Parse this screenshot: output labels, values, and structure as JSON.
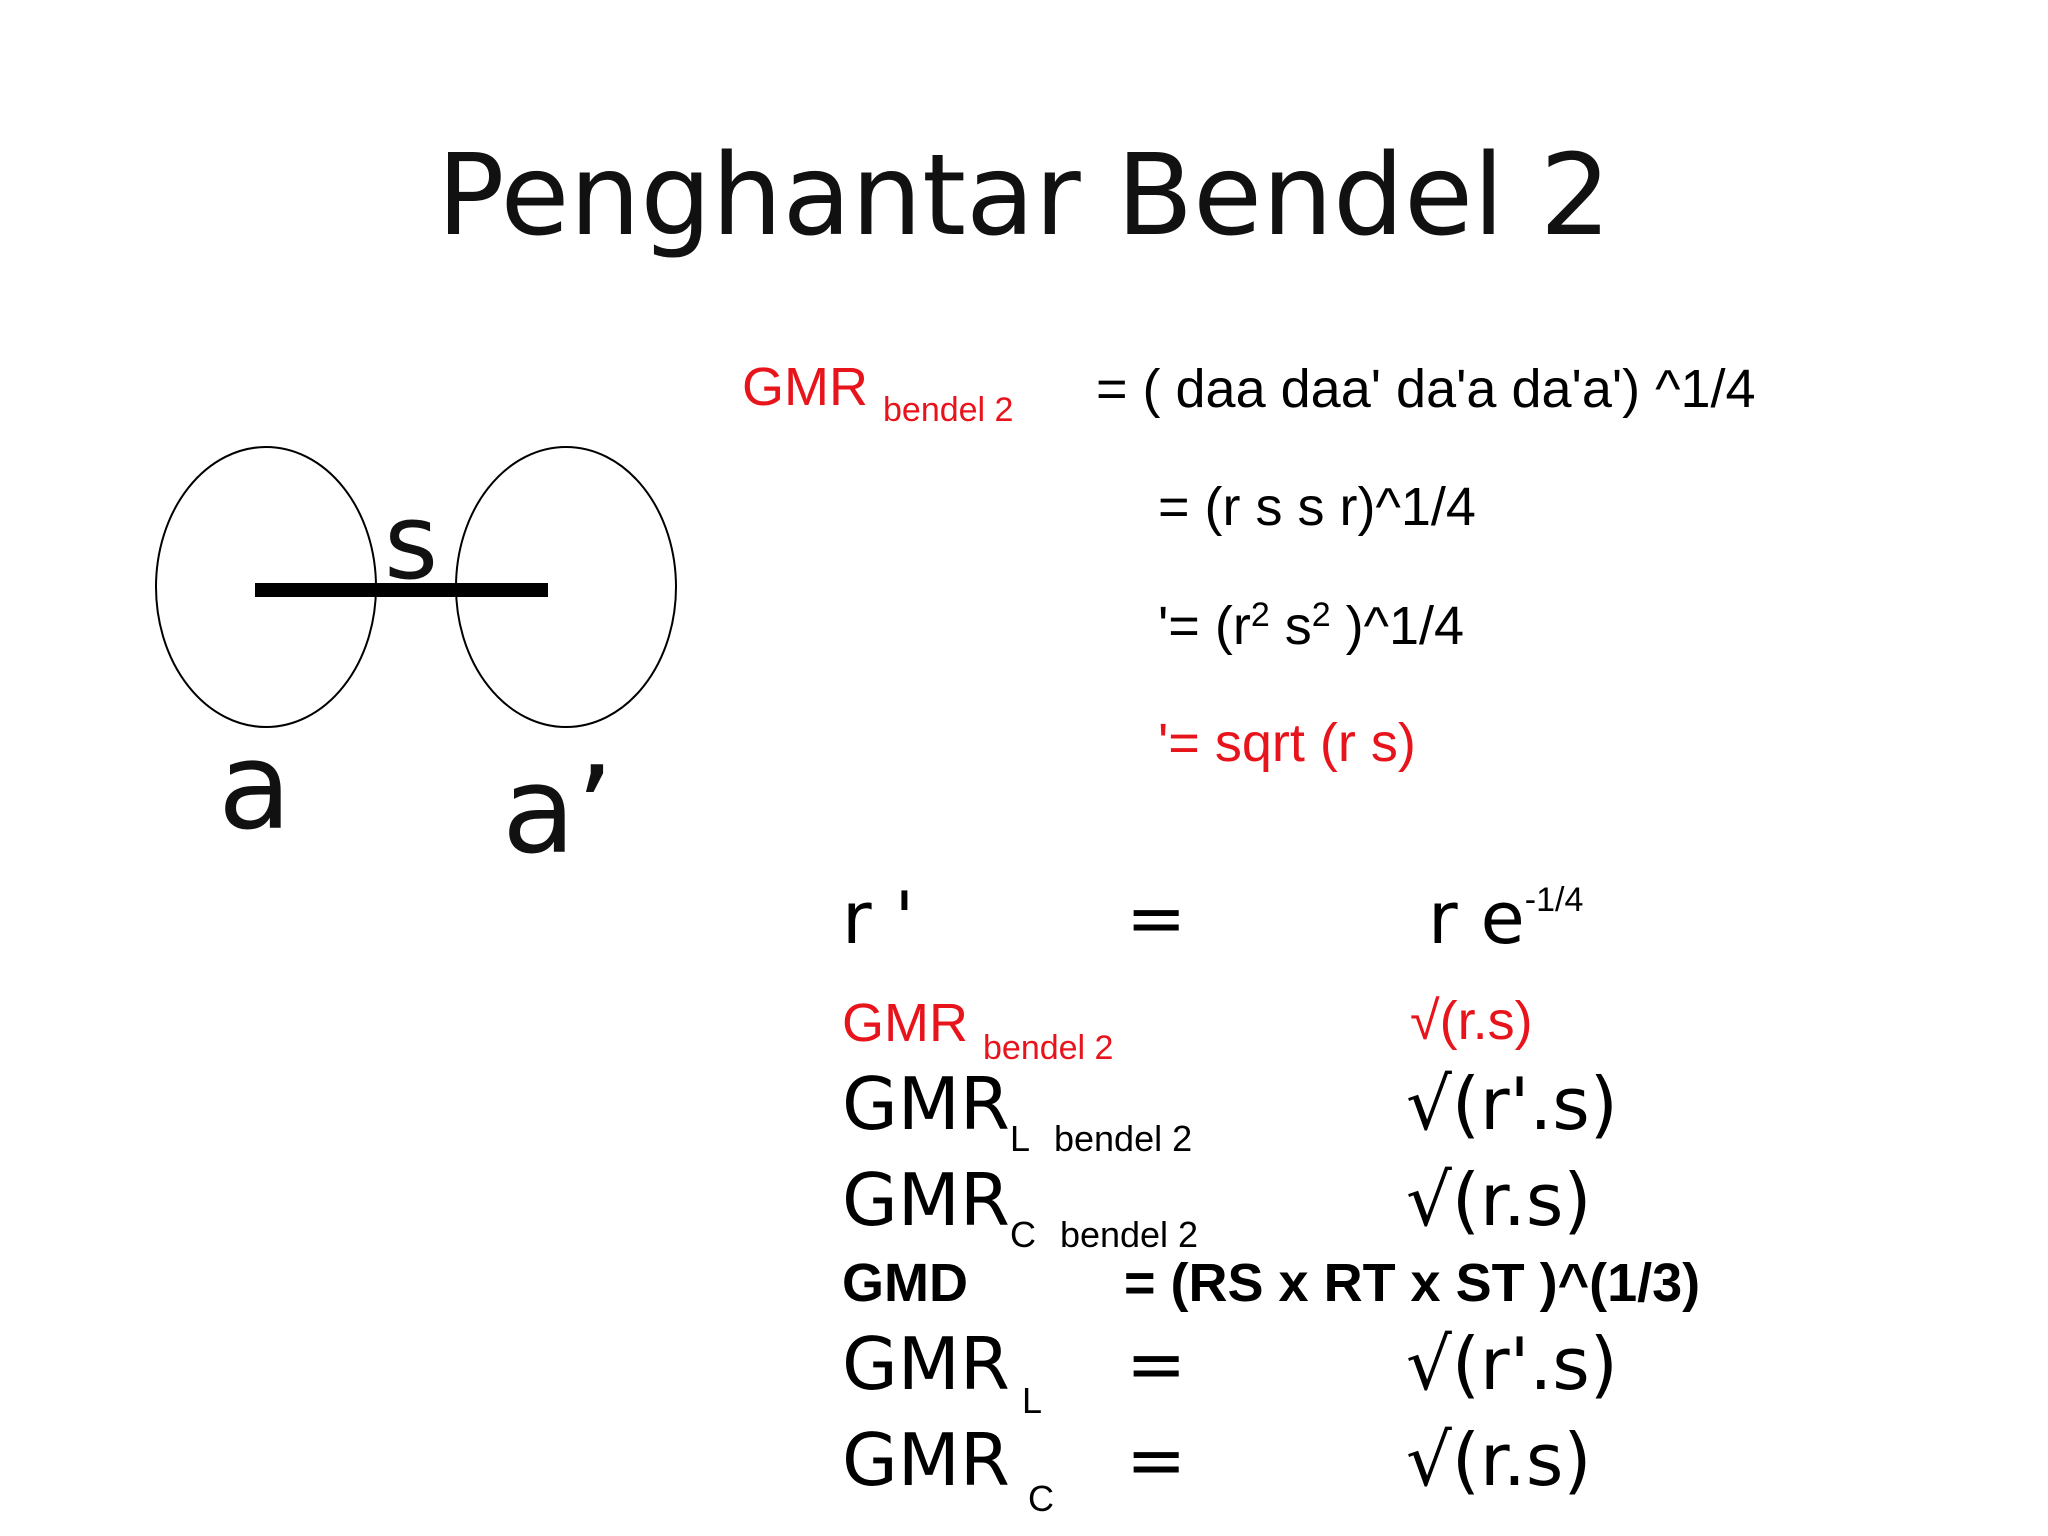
{
  "title": "Penghantar Bendel 2",
  "diagram": {
    "label_s": "s",
    "label_a": "a",
    "label_a_prime": "a’"
  },
  "colors": {
    "red": "#e8141c",
    "black": "#000000"
  },
  "equations": {
    "line1_gmr": "GMR",
    "line1_sub": "bendel 2",
    "line1_rhs": "= ( daa  daa'  da'a da'a') ^1/4",
    "line2": "= (r  s s r)^1/4",
    "line3_a": "'= (r",
    "line3_sup1": "2",
    "line3_b": " s",
    "line3_sup2": "2",
    "line3_c": " )^1/4",
    "line4": "'= sqrt (r s)"
  },
  "table": {
    "r_prime": {
      "left": "r '",
      "eq": "=",
      "right_main": "r e",
      "right_sup": "-1/4"
    },
    "gmr_bendel": {
      "left_main": "GMR",
      "left_sub": "bendel 2",
      "right": "√(r.s)"
    },
    "gmr_l_bendel": {
      "left_main": "GMR",
      "left_sub1": "L",
      "left_sub2": "bendel 2",
      "right": "√(r'.s)"
    },
    "gmr_c_bendel": {
      "left_main": "GMR",
      "left_sub1": "C",
      "left_sub2": "bendel 2",
      "right": "√(r.s)"
    },
    "gmd": {
      "left": "GMD",
      "right": "= (RS x RT  x ST )^(1/3)"
    },
    "gmr_l": {
      "left_main": "GMR",
      "left_sub": "L",
      "eq": "=",
      "right": "√(r'.s)"
    },
    "gmr_c": {
      "left_main": "GMR",
      "left_sub": "C",
      "eq": "=",
      "right": "√(r.s)"
    }
  }
}
